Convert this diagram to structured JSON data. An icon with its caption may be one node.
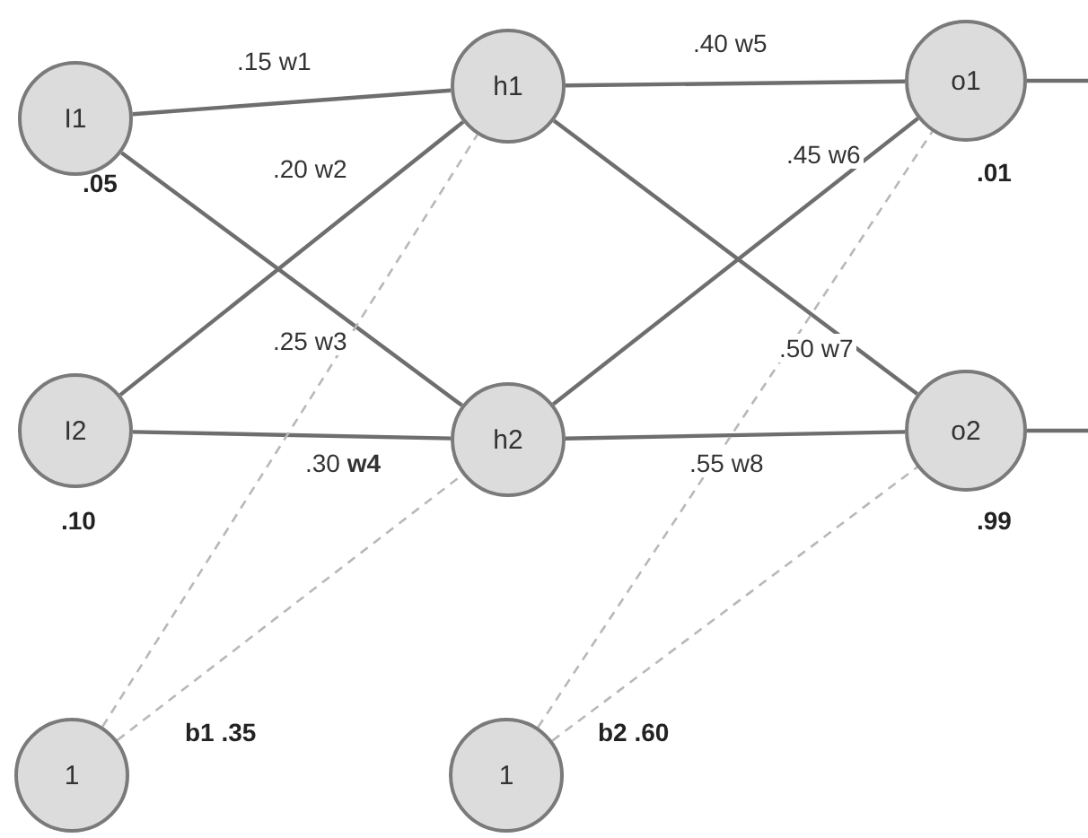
{
  "diagram": {
    "nodes": [
      {
        "text": [
          "I1"
        ],
        "beside": [
          ".05"
        ]
      },
      {
        "text": [
          "I2"
        ],
        "beside": [
          ".10"
        ]
      },
      {
        "text": [
          "h1"
        ]
      },
      {
        "text": [
          "h2"
        ]
      },
      {
        "text": [
          "o1"
        ],
        "beside": [
          ".01"
        ]
      },
      {
        "text": [
          "o2"
        ],
        "beside": [
          ".99"
        ]
      },
      {
        "text": [
          "1"
        ],
        "beside": [
          "b1 .35"
        ]
      },
      {
        "text": [
          "1"
        ],
        "beside": [
          "b2 .60"
        ]
      }
    ],
    "edges": [
      {
        "from": 0,
        "to": 2,
        "arrow": "none",
        "label": ".15 w1"
      },
      {
        "from": 1,
        "to": 2,
        "arrow": "none",
        "label": ".20 w2"
      },
      {
        "from": 0,
        "to": 3,
        "arrow": "none",
        "label": ".25 w3"
      },
      {
        "from": 1,
        "to": 3,
        "arrow": "none",
        "label": ".30 **w4**"
      },
      {
        "from": 2,
        "to": 4,
        "arrow": "none",
        "label": ".40 w5"
      },
      {
        "from": 3,
        "to": 4,
        "arrow": "none",
        "label": ".45 w6"
      },
      {
        "from": 2,
        "to": 5,
        "arrow": "none",
        "label": ".50 w7"
      },
      {
        "from": 3,
        "to": 5,
        "arrow": "none",
        "label": ".55 w8"
      },
      {
        "from": 4,
        "to": null,
        "arrow": "none"
      },
      {
        "from": 5,
        "to": null,
        "arrow": "none"
      },
      {
        "from": 6,
        "to": 2,
        "arrow": "none",
        "style": "dashed",
        "color": "#b8b8b8"
      },
      {
        "from": 6,
        "to": 3,
        "arrow": "none",
        "style": "dashed",
        "color": "#b8b8b8"
      },
      {
        "from": 7,
        "to": 4,
        "arrow": "none",
        "style": "dashed",
        "color": "#b8b8b8"
      },
      {
        "from": 7,
        "to": 5,
        "arrow": "none",
        "style": "dashed",
        "color": "#b8b8b8"
      }
    ]
  }
}
